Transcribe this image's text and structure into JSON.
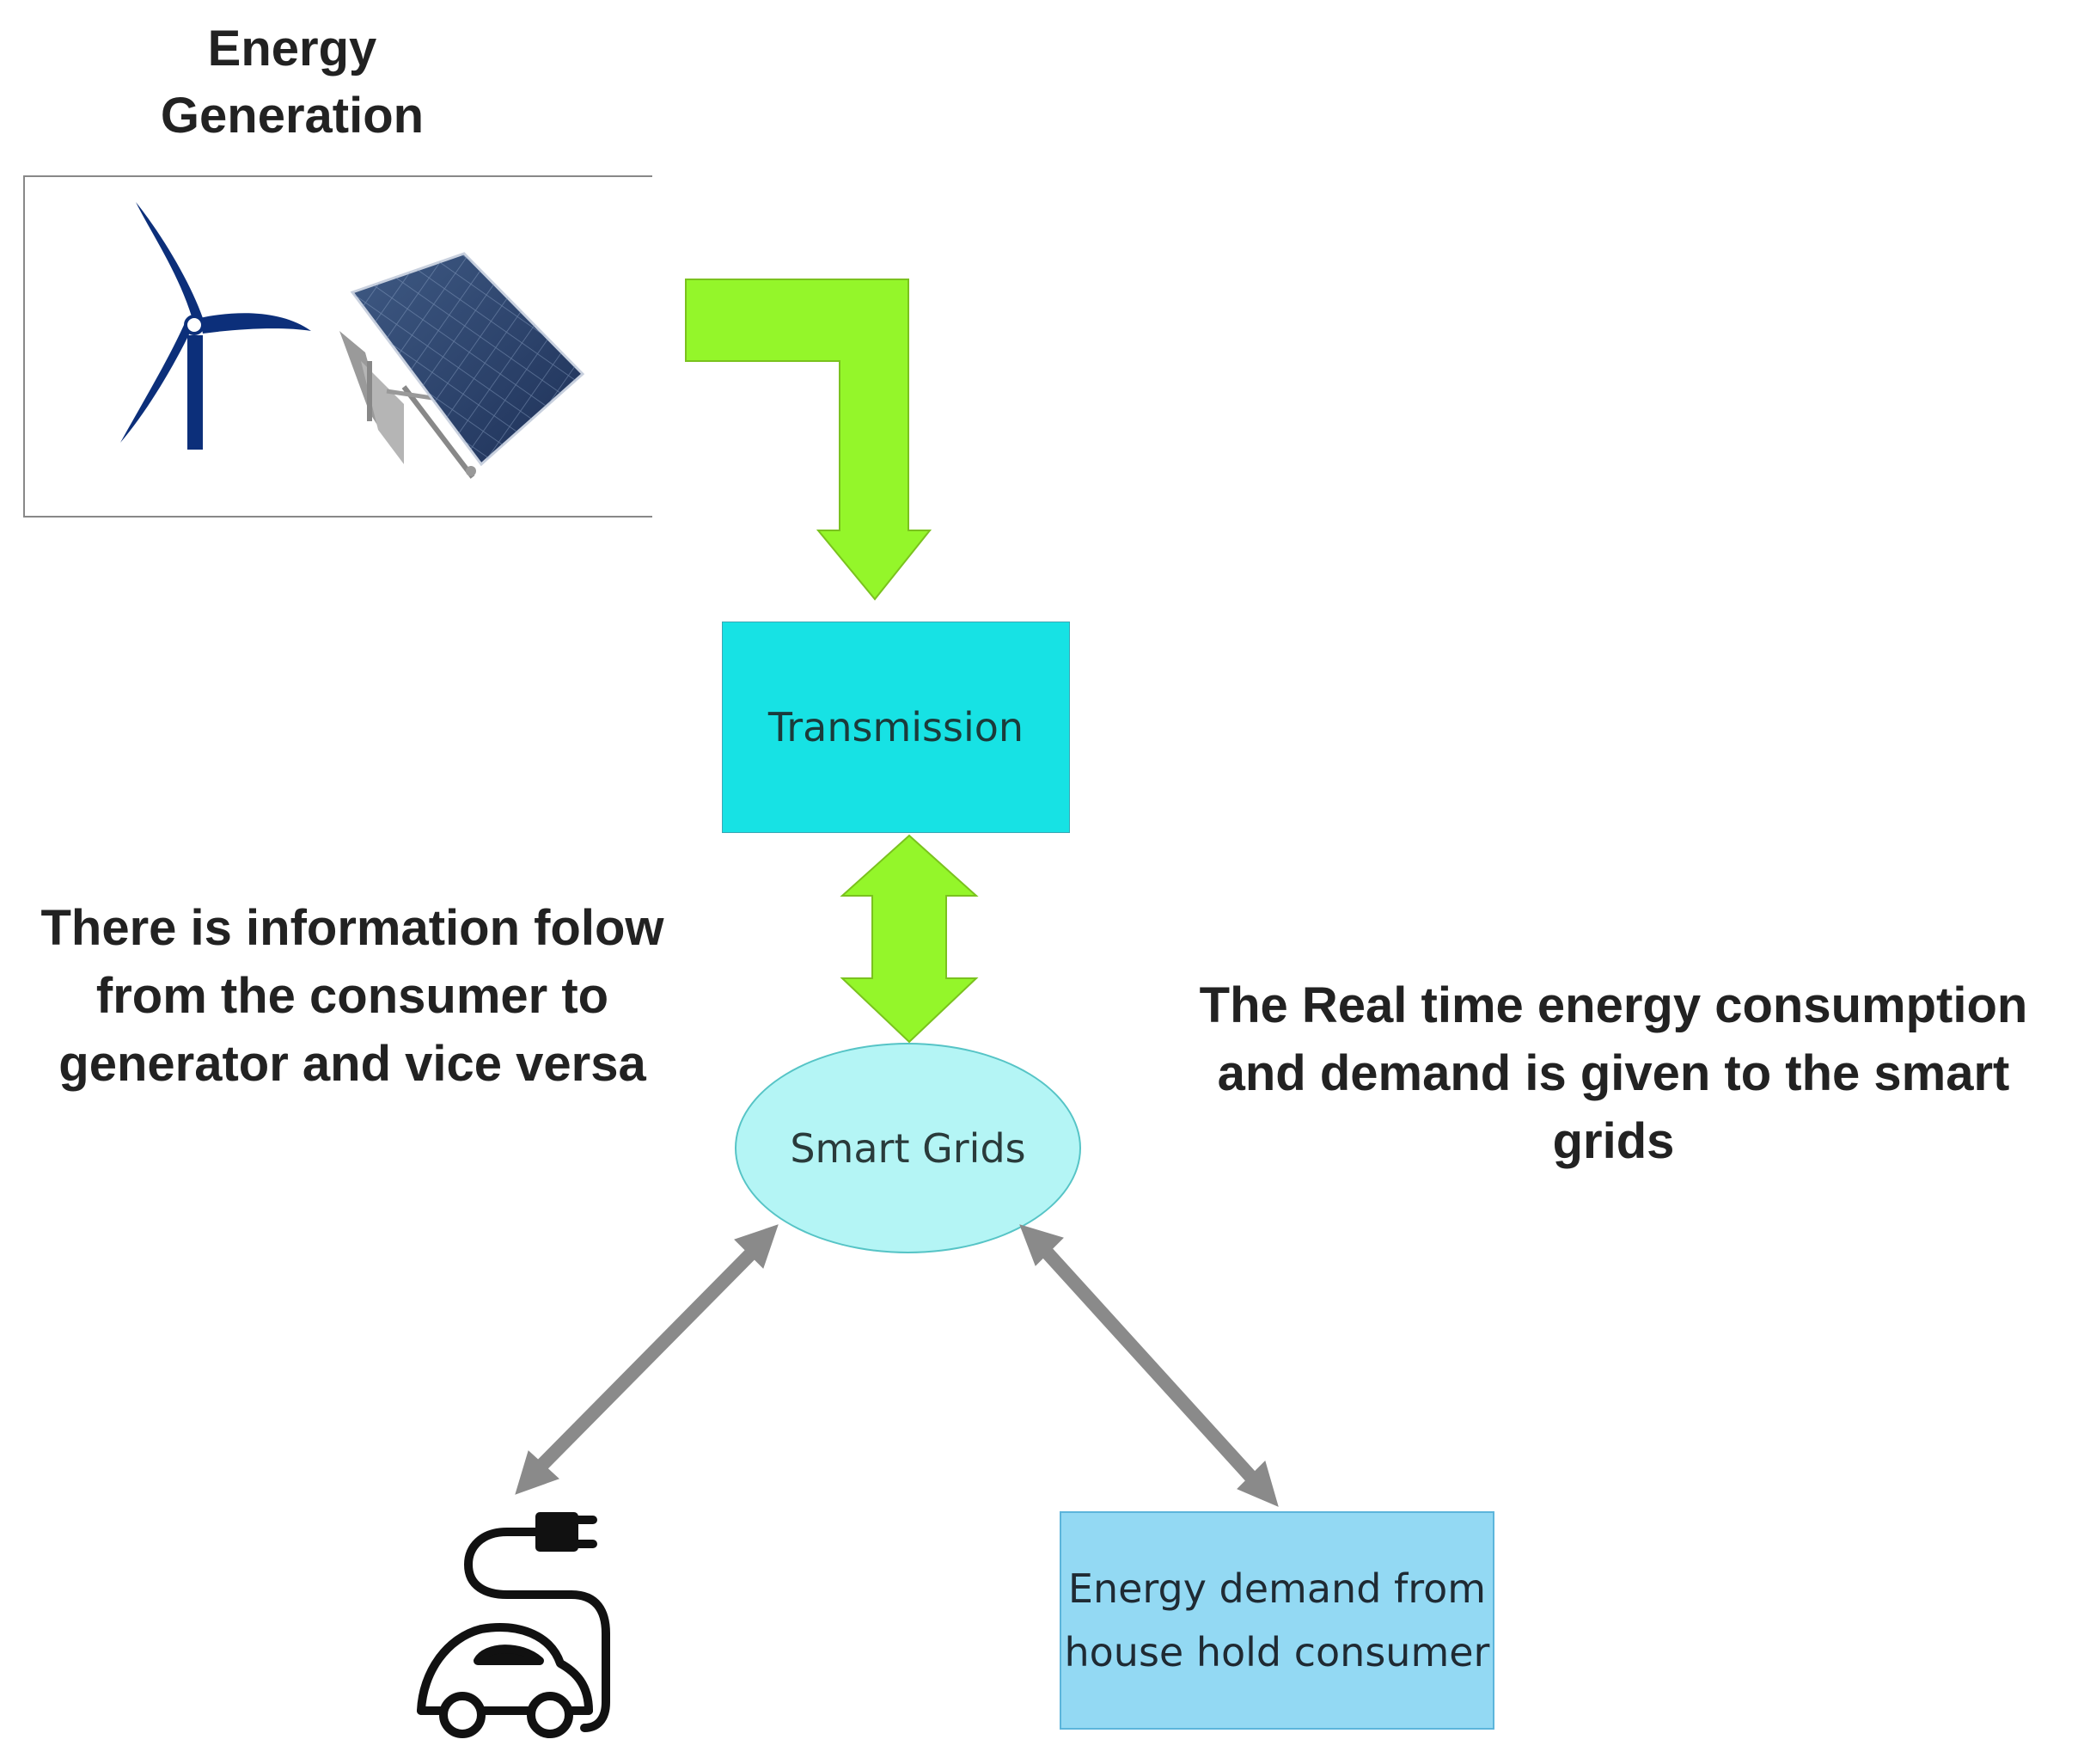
{
  "generation": {
    "title": "Energy Generation"
  },
  "transmission": {
    "label": "Transmission"
  },
  "smart_grids": {
    "label": "Smart Grids"
  },
  "household": {
    "line1": "Energy demand from",
    "line2": "house hold consumer"
  },
  "notes": {
    "left": "There is information folow from the consumer to generator and vice versa",
    "right": "The Real time energy consumption and demand is given to the smart grids"
  },
  "icons": [
    "wind-turbine-icon",
    "solar-panel-icon",
    "electric-car-plug-icon"
  ],
  "colors": {
    "arrow_green": "#94f62a",
    "transmission": "#17e2e4",
    "smart_grids": "#b4f5f5",
    "household": "#93d9f3",
    "connector_gray": "#8a8a8a"
  }
}
